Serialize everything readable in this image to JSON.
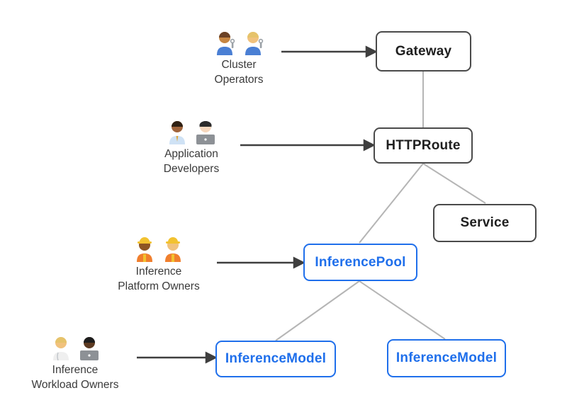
{
  "diagram": {
    "personas": [
      {
        "name": "Cluster Operators",
        "line1": "Cluster",
        "line2": "Operators",
        "emoji": "👨🏽‍🔧👩🏼‍🔧",
        "icon": "mechanics-emoji-pair"
      },
      {
        "name": "Application Developers",
        "line1": "Application",
        "line2": "Developers",
        "emoji": "👨🏾‍💼👩🏻‍💻",
        "icon": "office-worker-and-technologist-emoji-pair"
      },
      {
        "name": "Inference Platform Owners",
        "line1": "Inference",
        "line2": "Platform Owners",
        "emoji": "👷🏾‍♀️👷🏻",
        "icon": "construction-workers-emoji-pair"
      },
      {
        "name": "Inference Workload Owners",
        "line1": "Inference",
        "line2": "Workload Owners",
        "emoji": "🧑🏼‍⚕️👨🏿‍💻",
        "icon": "health-worker-and-technologist-emoji-pair"
      }
    ],
    "nodes": [
      {
        "id": "gateway",
        "label": "Gateway",
        "variant": "dark"
      },
      {
        "id": "httproute",
        "label": "HTTPRoute",
        "variant": "dark"
      },
      {
        "id": "service",
        "label": "Service",
        "variant": "dark"
      },
      {
        "id": "inferencepool",
        "label": "InferencePool",
        "variant": "blue"
      },
      {
        "id": "inferencemodel-left",
        "label": "InferenceModel",
        "variant": "blue"
      },
      {
        "id": "inferencemodel-right",
        "label": "InferenceModel",
        "variant": "blue"
      }
    ],
    "edges": [
      {
        "from": "Gateway",
        "to": "HTTPRoute"
      },
      {
        "from": "HTTPRoute",
        "to": "InferencePool"
      },
      {
        "from": "HTTPRoute",
        "to": "Service"
      },
      {
        "from": "InferencePool",
        "to": "InferenceModel (left)"
      },
      {
        "from": "InferencePool",
        "to": "InferenceModel (right)"
      }
    ],
    "persona_arrows": [
      {
        "from": "Cluster Operators",
        "to": "Gateway"
      },
      {
        "from": "Application Developers",
        "to": "HTTPRoute"
      },
      {
        "from": "Inference Platform Owners",
        "to": "InferencePool"
      },
      {
        "from": "Inference Workload Owners",
        "to": "InferenceModel (left)"
      }
    ],
    "colors": {
      "dark_node_border": "#4a4a4a",
      "dark_node_text": "#1f1f1f",
      "blue_node": "#1f6feb",
      "connector_line": "#b5b5b5",
      "arrow": "#3f3f3f",
      "background": "#ffffff"
    }
  }
}
